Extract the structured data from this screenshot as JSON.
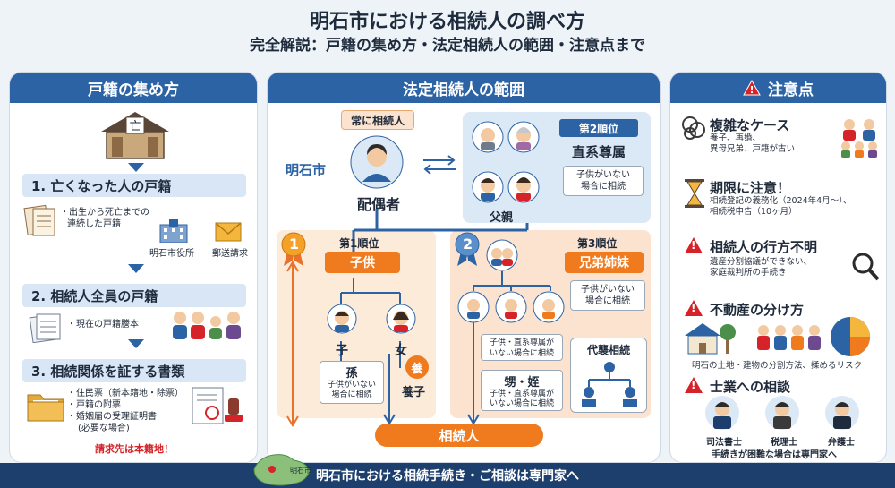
{
  "header": {
    "title": "明石市における相続人の調べ方",
    "subtitle": "完全解説：戸籍の集め方・法定相続人の範囲・注意点まで"
  },
  "left": {
    "heading": "戸籍の集め方",
    "step1": {
      "label": "1. 亡くなった人の戸籍",
      "note_line1": "・出生から死亡までの",
      "note_line2": "連続した戸籍",
      "office_label": "明石市役所",
      "mail_label": "郵送請求"
    },
    "step2": {
      "label": "2. 相続人全員の戸籍",
      "note": "・現在の戸籍謄本"
    },
    "step3": {
      "label": "3. 相続関係を証する書類",
      "item1": "・住民票（新本籍地・除票）",
      "item2": "・戸籍の附票",
      "item3": "・婚姻届の受理証明書",
      "item3b": "(必要な場合)",
      "warning": "請求先は本籍地！"
    },
    "house_sign": "亡"
  },
  "center": {
    "heading": "法定相続人の範囲",
    "always_label": "常に相続人",
    "city_label": "明石市",
    "spouse_label": "配偶者",
    "rank2_title": "第2順位",
    "rank2_name": "直系尊属",
    "rank2_note_line1": "子供がいない",
    "rank2_note_line2": "場合に相続",
    "parent_label": "父親",
    "rank1_badge": "1",
    "rank1_title": "第1順位",
    "rank1_name": "子供",
    "son_label": "子",
    "daughter_label": "女",
    "adopted_seal": "養",
    "adopted_label": "養子",
    "grandchild_title": "孫",
    "grandchild_note_line1": "子供がいない",
    "grandchild_note_line2": "場合に相続",
    "rank3_badge": "2",
    "rank3_title": "第3順位",
    "rank3_name": "兄弟姉妹",
    "rank3_note_line1": "子供がいない",
    "rank3_note_line2": "場合に相続",
    "sibling_note_line1": "子供・直系尊属が",
    "sibling_note_line2": "いない場合に相続",
    "nephew_title": "甥・姪",
    "nephew_note_line1": "子供・直系尊属が",
    "nephew_note_line2": "いない場合に相続",
    "representation_label": "代襲相続",
    "heirs_label": "相続人"
  },
  "right": {
    "heading": "注意点",
    "items": [
      {
        "title": "複雑なケース",
        "line1": "養子、再婚、",
        "line2": "異母兄弟、戸籍が古い"
      },
      {
        "title": "期限に注意！",
        "line1": "相続登記の義務化（2024年4月～）、",
        "line2": "相続税申告（10ヶ月）"
      },
      {
        "title": "相続人の行方不明",
        "line1": "遺産分割協議ができない、",
        "line2": "家庭裁判所の手続き"
      },
      {
        "title": "不動産の分け方",
        "line1": "明石の土地・建物の分割方法、揉めるリスク",
        "line2": ""
      },
      {
        "title": "士業への相談",
        "line1": "",
        "line2": ""
      }
    ],
    "pro1": "司法書士",
    "pro2": "税理士",
    "pro3": "弁護士",
    "pro_note": "手続きが困難な場合は専門家へ"
  },
  "footer": {
    "text": "明石市における相続手続き・ご相談は専門家へ",
    "map_label": "明石市"
  },
  "colors": {
    "primary": "#2c63a4",
    "orange": "#f07a1e",
    "red": "#d6232a",
    "light_blue": "#d8e6f5",
    "peach": "#fbe3cf"
  }
}
